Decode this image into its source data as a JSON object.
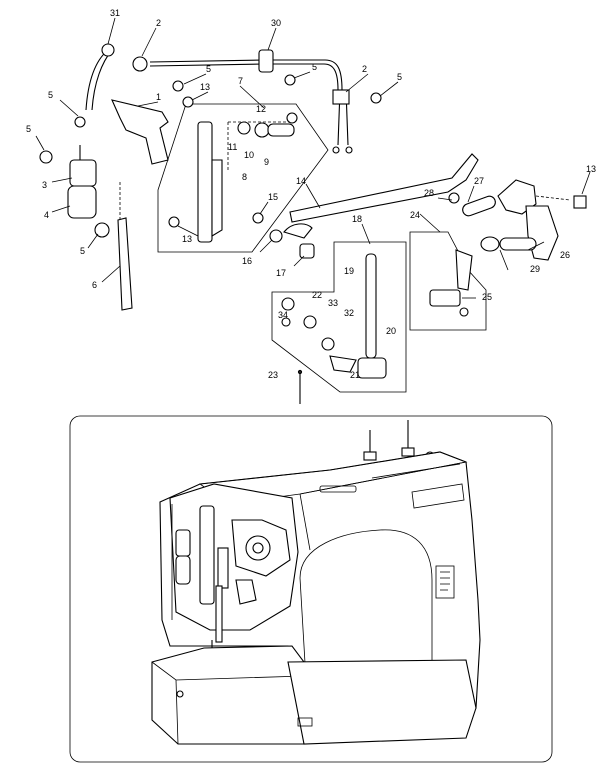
{
  "diagram": {
    "callouts": [
      "31",
      "2",
      "30",
      "5",
      "5",
      "2",
      "5",
      "5",
      "1",
      "13",
      "7",
      "12",
      "11",
      "10",
      "9",
      "8",
      "5",
      "3",
      "4",
      "5",
      "6",
      "13",
      "16",
      "15",
      "17",
      "14",
      "13",
      "28",
      "27",
      "24",
      "26",
      "29",
      "25",
      "18",
      "19",
      "22",
      "33",
      "34",
      "32",
      "20",
      "21",
      "23"
    ]
  }
}
